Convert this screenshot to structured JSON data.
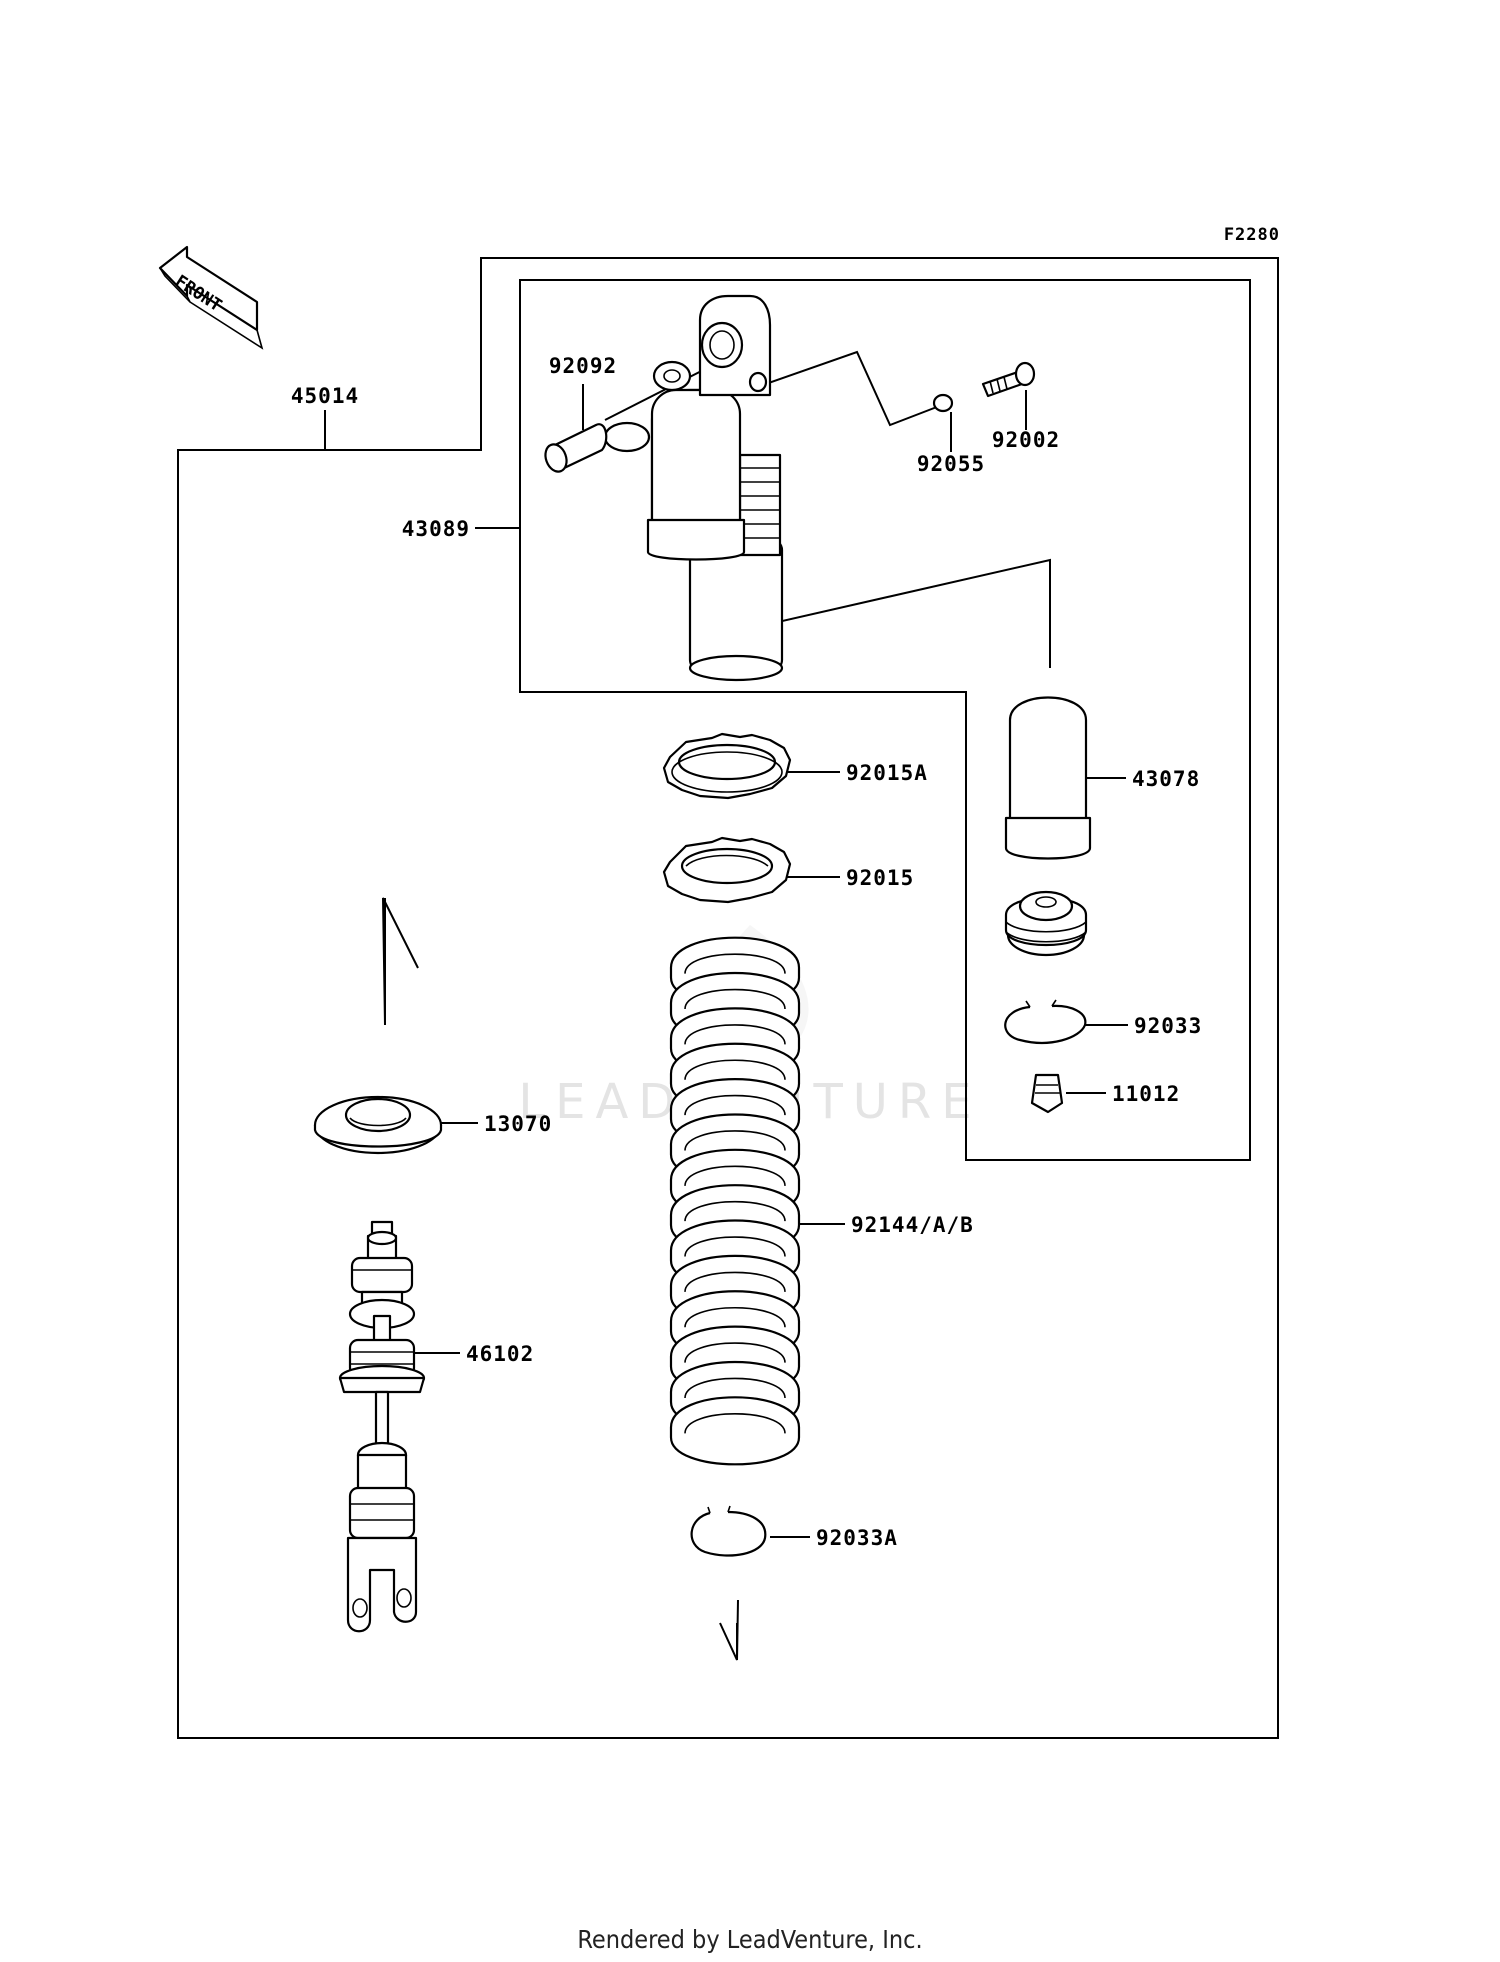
{
  "figure_code": "F2280",
  "front_arrow_label": "FRONT",
  "watermark": "LEADVENTURE",
  "footer": "Rendered by LeadVenture, Inc.",
  "callouts": [
    {
      "id": "c45014",
      "label": "45014"
    },
    {
      "id": "c92092",
      "label": "92092"
    },
    {
      "id": "c92002",
      "label": "92002"
    },
    {
      "id": "c92055",
      "label": "92055"
    },
    {
      "id": "c43089",
      "label": "43089"
    },
    {
      "id": "c92015a",
      "label": "92015A"
    },
    {
      "id": "c43078",
      "label": "43078"
    },
    {
      "id": "c92015",
      "label": "92015"
    },
    {
      "id": "c92033",
      "label": "92033"
    },
    {
      "id": "c11012",
      "label": "11012"
    },
    {
      "id": "c13070",
      "label": "13070"
    },
    {
      "id": "c92144",
      "label": "92144/A/B"
    },
    {
      "id": "c46102",
      "label": "46102"
    },
    {
      "id": "c92033a",
      "label": "92033A"
    }
  ]
}
